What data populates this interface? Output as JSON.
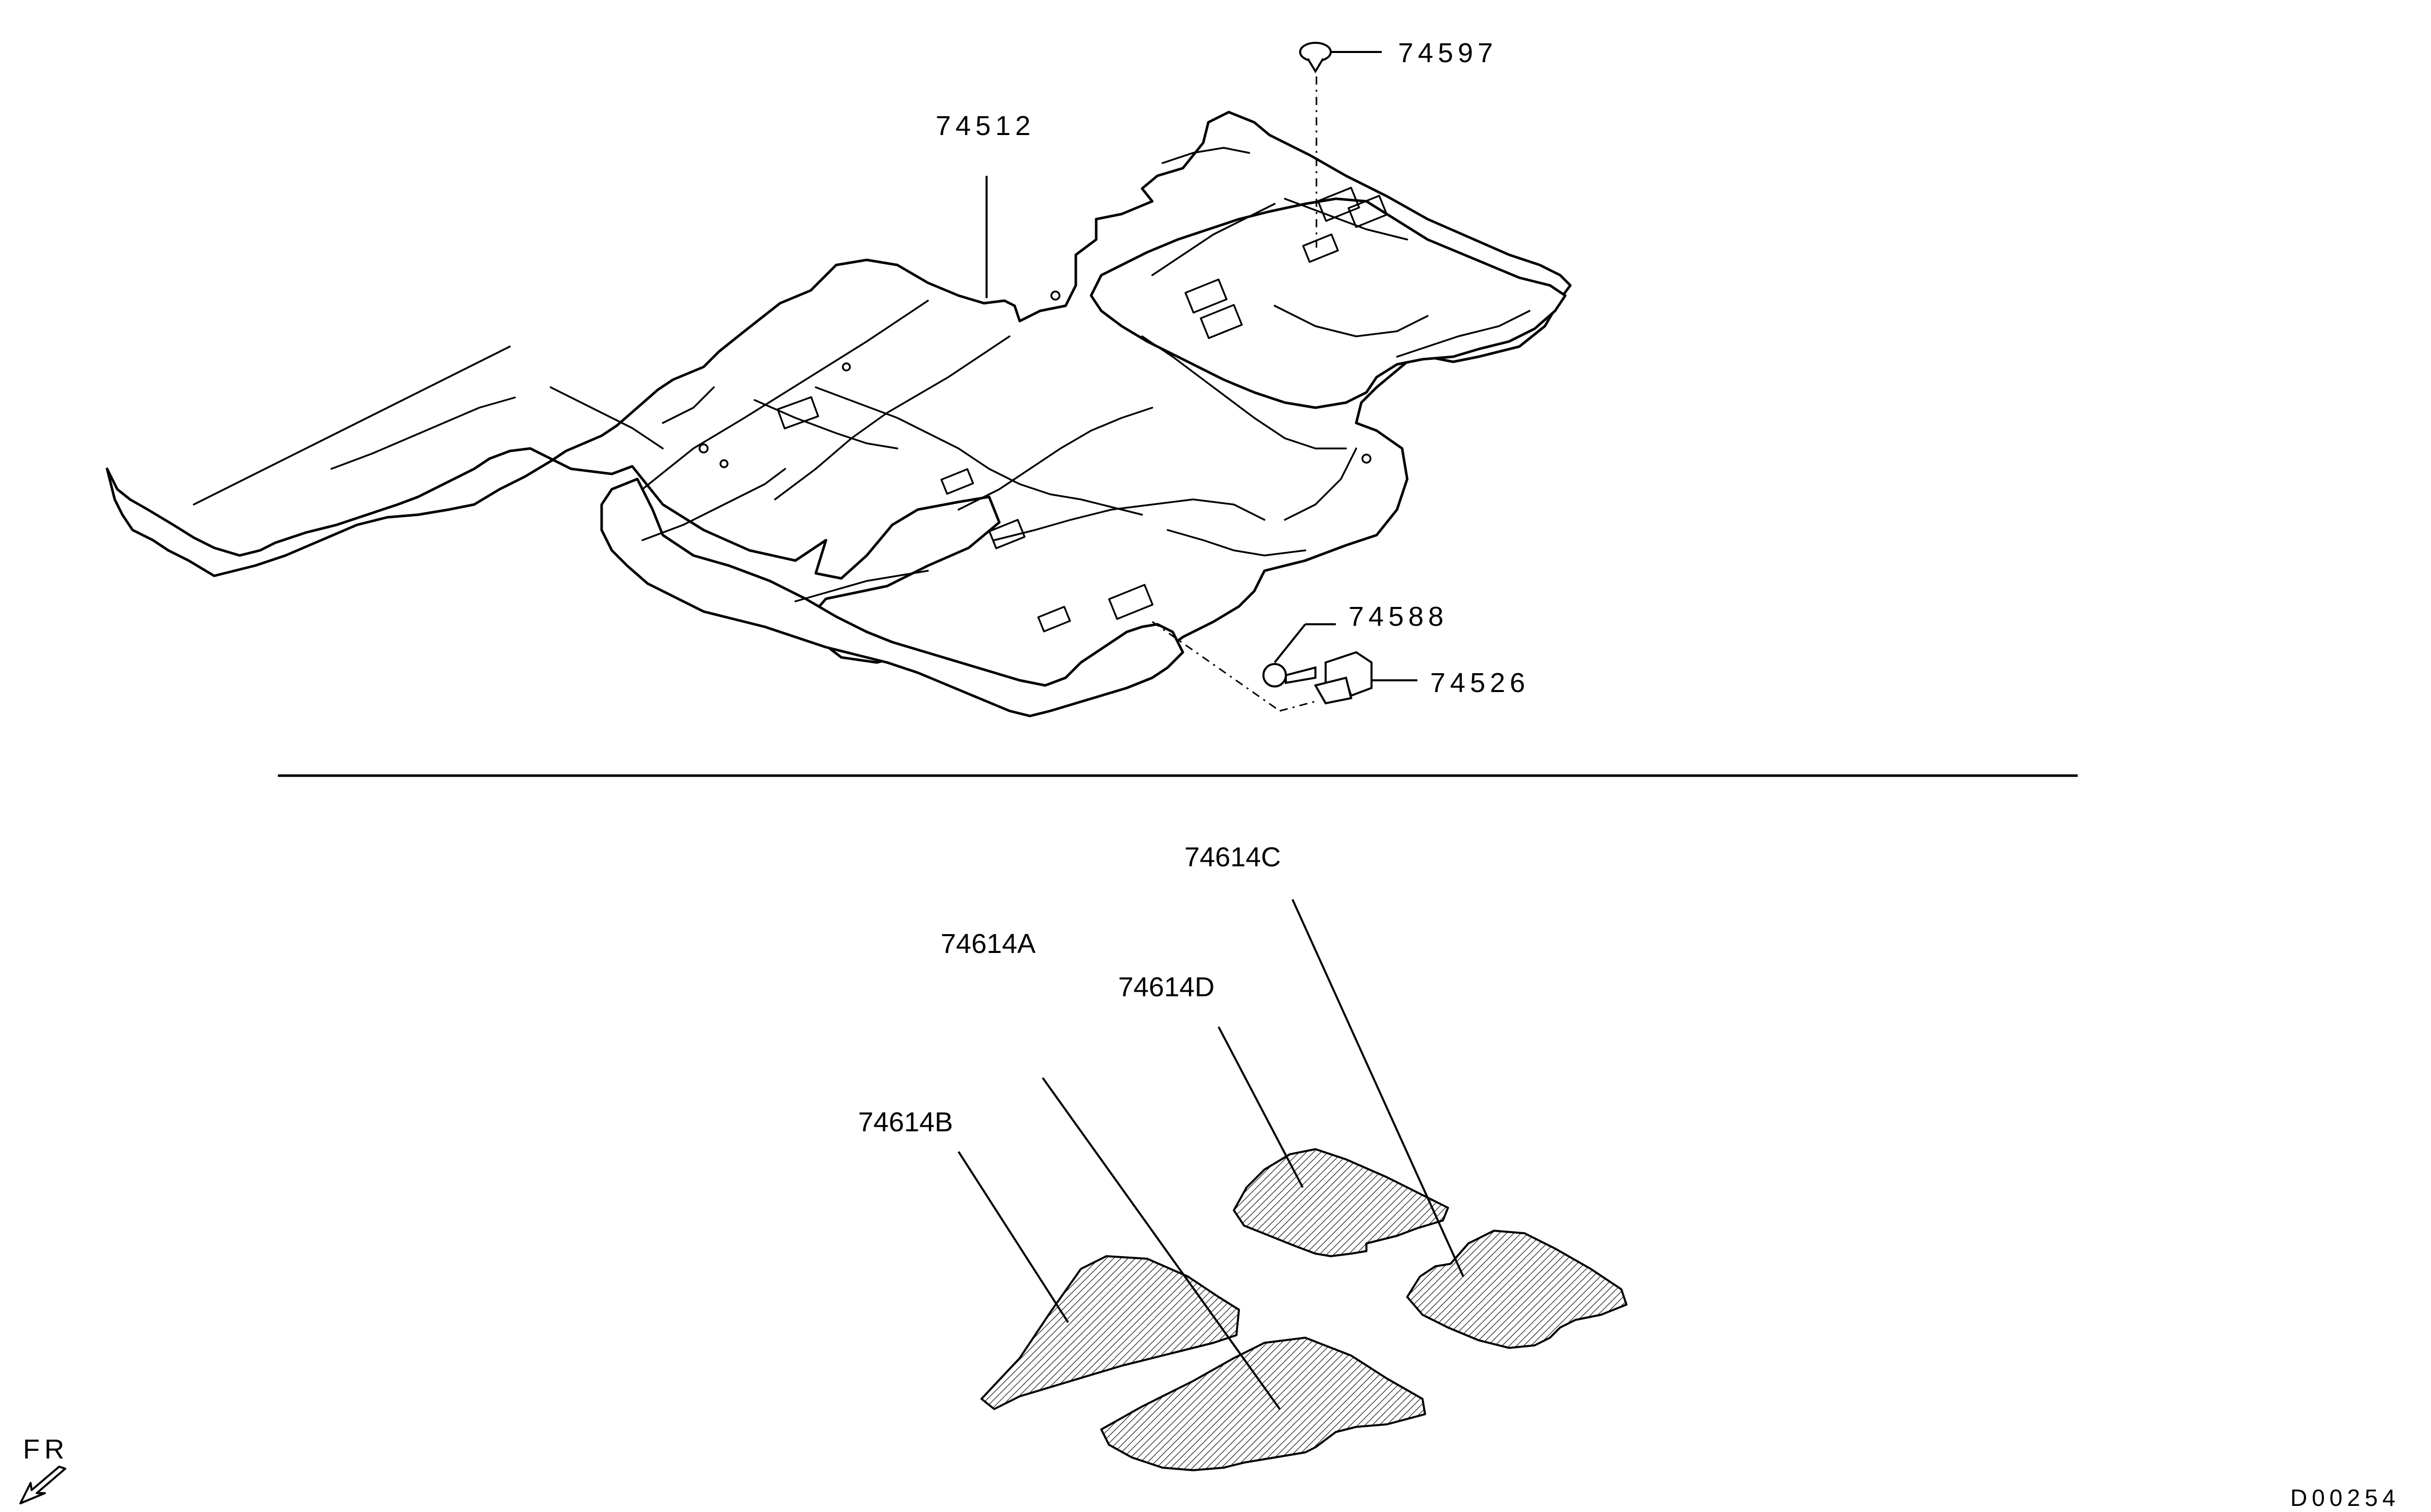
{
  "diagram": {
    "drawing_code": "D00254",
    "orientation": "FR",
    "callouts": {
      "floor_carpet": "74512",
      "plug": "74597",
      "screw": "74588",
      "bracket": "74526",
      "mat_front_rh": "74614A",
      "mat_front_lh": "74614B",
      "mat_rear_rh": "74614C",
      "mat_rear_lh": "74614D"
    }
  }
}
